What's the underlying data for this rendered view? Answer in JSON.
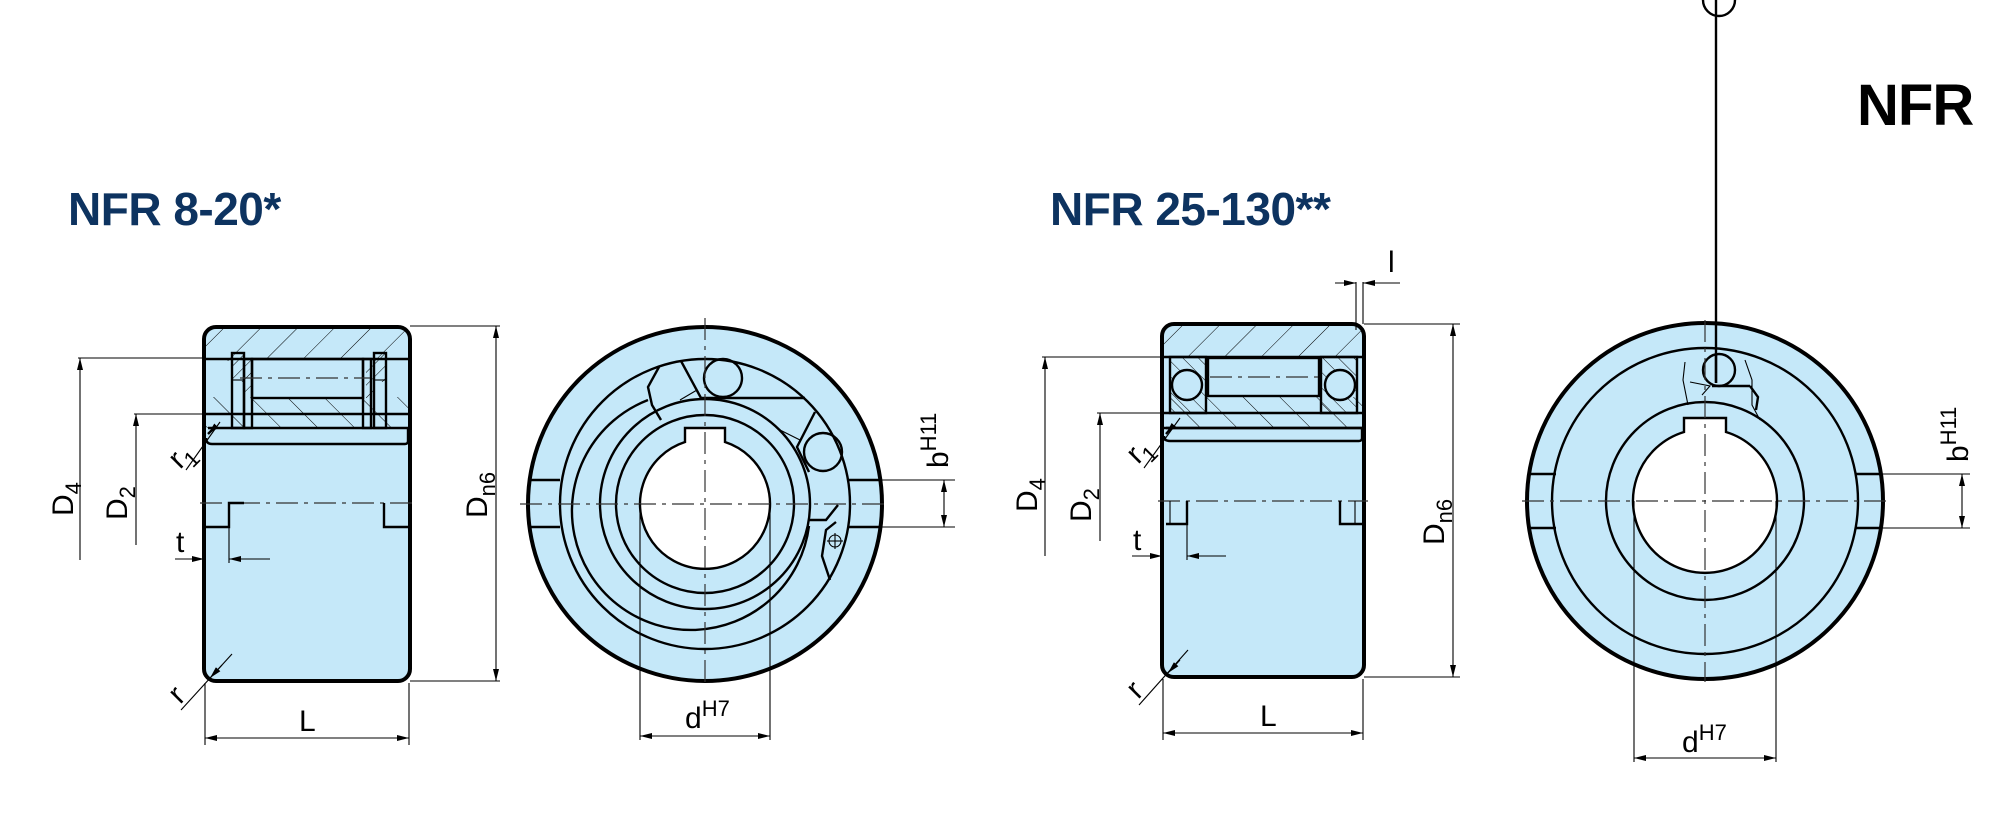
{
  "page": {
    "title": "NFR",
    "accent_color": "#0d3360",
    "part_fill_color": "#c5e8f9"
  },
  "sections": [
    {
      "title": "NFR 8-20*",
      "side_view": {
        "labels": {
          "D4": "D",
          "D4_sub": "4",
          "D2": "D",
          "D2_sub": "2",
          "r1": "r",
          "r1_sub": "1",
          "t": "t",
          "r": "r",
          "L": "L",
          "Dn6": "D",
          "Dn6_sub": "n6"
        }
      },
      "front_view": {
        "labels": {
          "b": "b",
          "b_sup": "H11",
          "d": "d",
          "d_sup": "H7"
        }
      }
    },
    {
      "title": "NFR 25-130**",
      "side_view": {
        "labels": {
          "D4": "D",
          "D4_sub": "4",
          "D2": "D",
          "D2_sub": "2",
          "r1": "r",
          "r1_sub": "1",
          "t": "t",
          "r": "r",
          "L": "L",
          "Dn6": "D",
          "Dn6_sub": "n6",
          "l": "l"
        }
      },
      "front_view": {
        "labels": {
          "b": "b",
          "b_sup": "H11",
          "d": "d",
          "d_sup": "H7"
        }
      }
    }
  ]
}
